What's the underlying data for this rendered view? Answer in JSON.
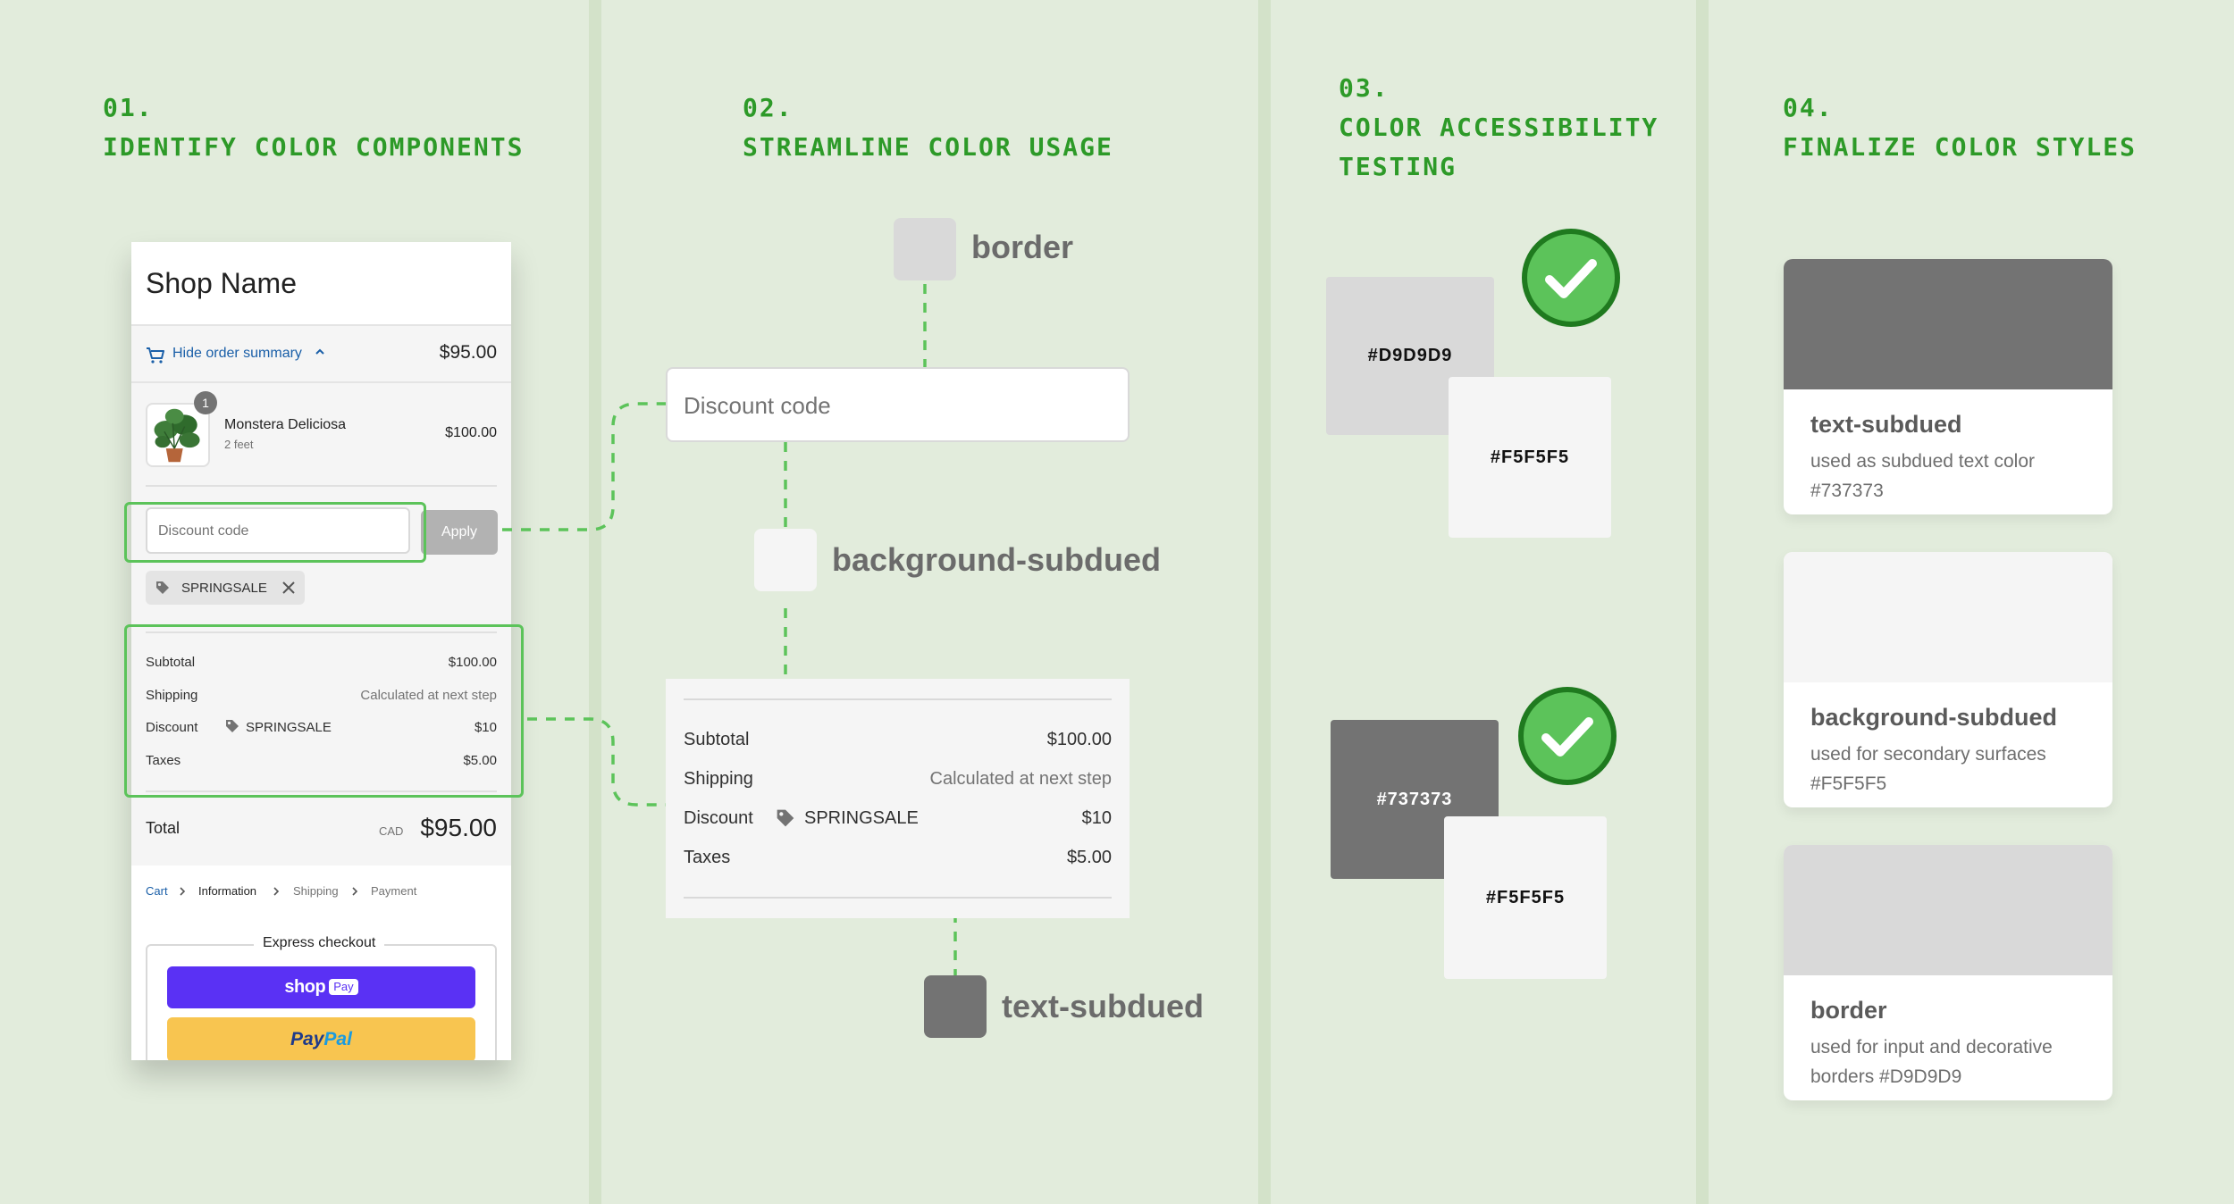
{
  "steps": [
    {
      "number": "01.",
      "title": "IDENTIFY COLOR COMPONENTS"
    },
    {
      "number": "02.",
      "title": "STREAMLINE COLOR USAGE"
    },
    {
      "number": "03.",
      "title_line1": "COLOR ACCESSIBILITY",
      "title_line2": "TESTING"
    },
    {
      "number": "04.",
      "title": "FINALIZE COLOR STYLES"
    }
  ],
  "checkout": {
    "shop_name": "Shop Name",
    "summary_toggle": "Hide order summary",
    "summary_total": "$95.00",
    "product": {
      "name": "Monstera Deliciosa",
      "variant": "2 feet",
      "price": "$100.00",
      "quantity": "1"
    },
    "discount_placeholder": "Discount code",
    "apply_label": "Apply",
    "applied_code": "SPRINGSALE",
    "lines": {
      "subtotal_label": "Subtotal",
      "subtotal_value": "$100.00",
      "shipping_label": "Shipping",
      "shipping_value": "Calculated at next step",
      "discount_label": "Discount",
      "discount_code": "SPRINGSALE",
      "discount_value": "$10",
      "taxes_label": "Taxes",
      "taxes_value": "$5.00"
    },
    "total_label": "Total",
    "total_currency": "CAD",
    "total_amount": "$95.00",
    "breadcrumb": [
      "Cart",
      "Information",
      "Shipping",
      "Payment"
    ],
    "express_title": "Express checkout",
    "shop_pay_label": "shop",
    "shop_pay_badge": "Pay",
    "paypal_label_1": "Pay",
    "paypal_label_2": "Pal"
  },
  "streamline": {
    "border_label": "border",
    "background_label": "background-subdued",
    "text_label": "text-subdued",
    "discount_placeholder": "Discount code",
    "summary": {
      "subtotal_label": "Subtotal",
      "subtotal_value": "$100.00",
      "shipping_label": "Shipping",
      "shipping_value": "Calculated at next step",
      "discount_label": "Discount",
      "discount_code": "SPRINGSALE",
      "discount_value": "$10",
      "taxes_label": "Taxes",
      "taxes_value": "$5.00"
    }
  },
  "accessibility": {
    "pair1": {
      "back": "#D9D9D9",
      "front": "#F5F5F5"
    },
    "pair2": {
      "back": "#737373",
      "front": "#F5F5F5"
    }
  },
  "color_styles": [
    {
      "name": "text-subdued",
      "desc": "used as subdued text color #737373",
      "color": "#737373"
    },
    {
      "name": "background-subdued",
      "desc": "used for secondary surfaces #F5F5F5",
      "color": "#F5F5F5"
    },
    {
      "name": "border",
      "desc": "used for input and decorative borders #D9D9D9",
      "color": "#D9D9D9"
    }
  ],
  "colors": {
    "accent_green": "#2d9a28",
    "highlight_green": "#5cc35a",
    "check_green": "#5cc35a",
    "check_ring": "#1f7a1f",
    "text_subdued": "#737373",
    "background_subdued": "#F5F5F5",
    "border": "#D9D9D9",
    "page_background": "#e2ecdc"
  },
  "icons": [
    "cart-icon",
    "chevron-up-icon",
    "tag-icon",
    "close-icon",
    "chevron-right-icon",
    "checkmark-icon",
    "monstera-plant-image"
  ]
}
